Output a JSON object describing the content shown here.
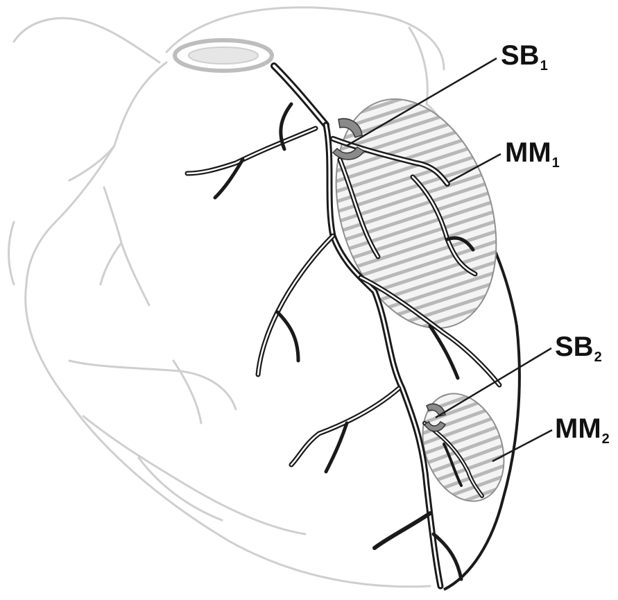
{
  "labels": {
    "sb1": {
      "main": "SB",
      "sub": "1"
    },
    "mm1": {
      "main": "MM",
      "sub": "1"
    },
    "sb2": {
      "main": "SB",
      "sub": "2"
    },
    "mm2": {
      "main": "MM",
      "sub": "2"
    }
  },
  "colors": {
    "vessel": "#1a1a1a",
    "faded_outline": "#c8c8c8",
    "hatch": "#bdbdbd",
    "region_fill": "#eeeeee",
    "bridge": "#8a8a8a"
  },
  "icons": {
    "bridge_marker": "myocardial-bridge-icon"
  }
}
